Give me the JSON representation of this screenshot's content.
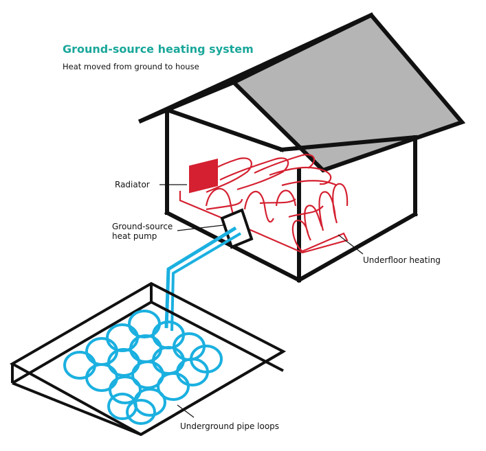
{
  "title": "Ground-source heating system",
  "subtitle": "Heat moved from ground to house",
  "labels": {
    "radiator": "Radiator",
    "heat_pump_line1": "Ground-source",
    "heat_pump_line2": "heat pump",
    "underfloor": "Underfloor heating",
    "pipe_loops": "Underground pipe loops"
  },
  "colors": {
    "title": "#1aa79a",
    "pipe": "#1bb0e0",
    "heating": "#d42030",
    "roof": "#b5b5b5",
    "outline": "#111111"
  }
}
